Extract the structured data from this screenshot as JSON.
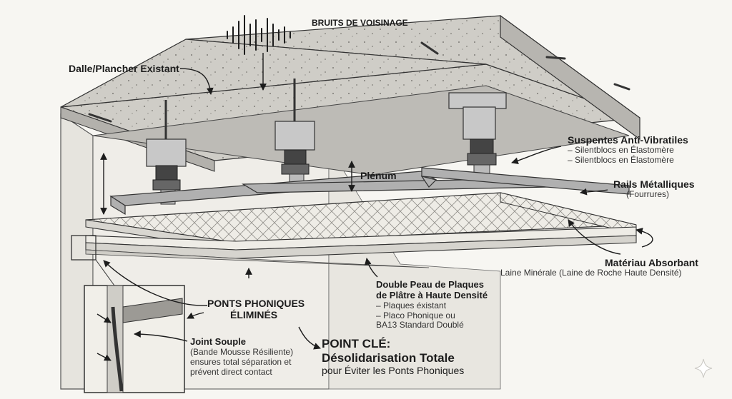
{
  "labels": {
    "noise_source": "BRUITS DE VOISINAGE",
    "existing_slab": "Dalle/Plancher Existant",
    "plenum": "Plénum",
    "hangers": {
      "title": "Suspentes Anti-Vibratiles",
      "lines": [
        "– Silentblocs en Élastomère",
        "– Silentblocs en Élastomère"
      ]
    },
    "rails": {
      "title": "Rails Métalliques",
      "subtitle": "(Fourrures)"
    },
    "absorbent": {
      "title": "Matériau Absorbant",
      "subtitle": "Laine Minérale (Laine de Roche Haute Densité)"
    },
    "double_board": {
      "title_lines": [
        "Double Peau de Plaques",
        "de Plâtre à Haute Densité"
      ],
      "lines": [
        "– Plaques éxistant",
        "– Placo Phonique ou",
        "BA13 Standard Doublé"
      ]
    },
    "bridges": {
      "line1": "PONTS PHONIQUES",
      "line2": "ÉLIMINÉS"
    },
    "joint": {
      "title": "Joint Souple",
      "lines": [
        "(Bande Mousse Résiliente)",
        "ensures total séparation et",
        "prévent direct contact"
      ]
    },
    "key_point": {
      "line1": "POINT CLÉ:",
      "line2": "Désolidarisation Totale",
      "line3": "pour Éviter les Ponts Phoniques"
    }
  },
  "colors": {
    "background": "#f7f6f2",
    "ink": "#1c1c1c",
    "concrete": "#c9c7c2",
    "concrete_dark": "#9c9a95",
    "board": "#dedcd6",
    "metal": "#a9a9a9"
  },
  "icons": {
    "noise": "sound-wave-icon",
    "corner": "sparkle-icon"
  }
}
